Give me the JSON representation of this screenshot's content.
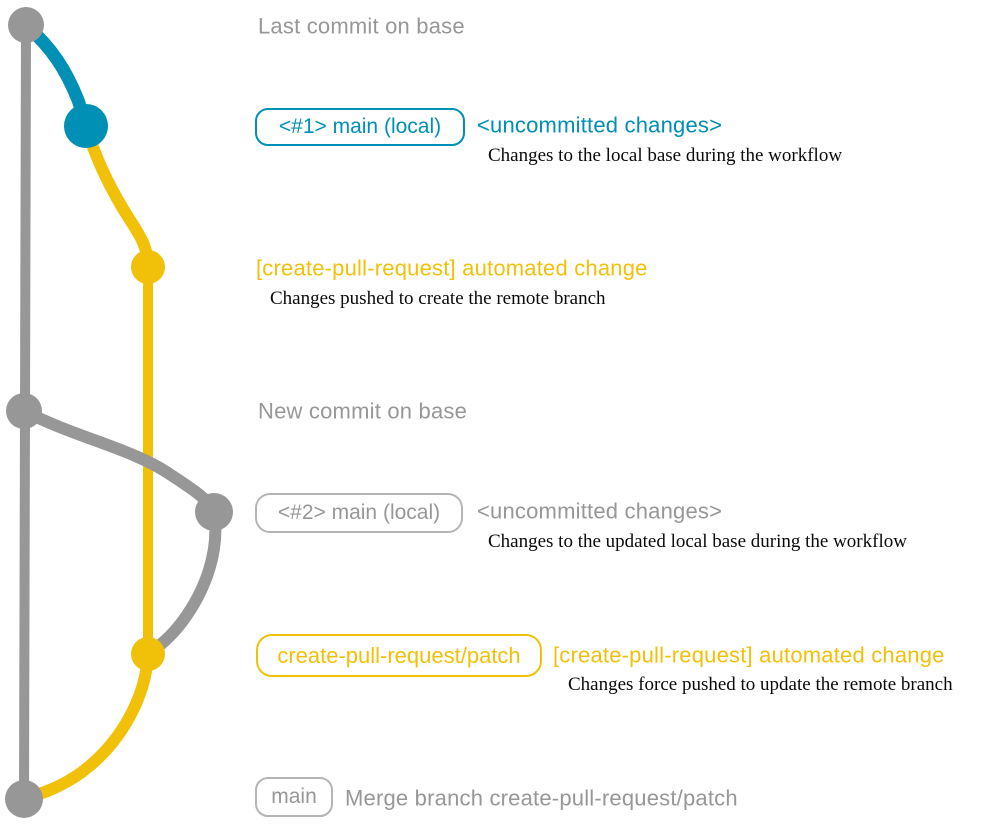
{
  "colors": {
    "base_gray": "#979797",
    "branch_blue": "#008fb5",
    "branch_yellow": "#f1c109",
    "caption_black": "#0a0a0a",
    "background": "#ffffff"
  },
  "annotations": {
    "last_commit": {
      "text": "Last commit on base"
    },
    "row_main_1": {
      "badge": "<#1> main (local)",
      "heading": "<uncommitted changes>",
      "caption": "Changes to the local base during the workflow"
    },
    "row_automated_1": {
      "heading": "[create-pull-request] automated change",
      "caption": "Changes pushed to create the remote branch"
    },
    "new_commit": {
      "text": "New commit on base"
    },
    "row_main_2": {
      "badge": "<#2> main (local)",
      "heading": "<uncommitted changes>",
      "caption": "Changes to the updated local base during the workflow"
    },
    "row_patch": {
      "badge": "create-pull-request/patch",
      "heading": "[create-pull-request] automated change",
      "caption": "Changes force pushed to update the remote branch"
    },
    "row_merge": {
      "badge": "main",
      "heading": "Merge branch create-pull-request/patch"
    }
  }
}
